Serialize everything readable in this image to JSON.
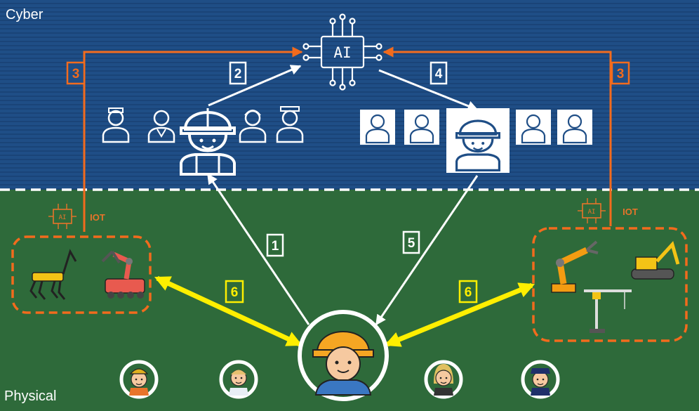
{
  "zones": {
    "cyber": "Cyber",
    "physical": "Physical"
  },
  "ai_hub": {
    "label": "AI",
    "icon": "ai-chip-icon"
  },
  "iot_badges": {
    "left": {
      "label": "IOT",
      "icon": "ai-iot-icon"
    },
    "right": {
      "label": "IOT",
      "icon": "ai-iot-icon"
    }
  },
  "mini_chip_label": "AI",
  "steps": [
    {
      "id": "1",
      "label": "1",
      "color": "#ffffff"
    },
    {
      "id": "2",
      "label": "2",
      "color": "#ffffff"
    },
    {
      "id": "3a",
      "label": "3",
      "color": "#f26b1d"
    },
    {
      "id": "3b",
      "label": "3",
      "color": "#f26b1d"
    },
    {
      "id": "4",
      "label": "4",
      "color": "#ffffff"
    },
    {
      "id": "5",
      "label": "5",
      "color": "#ffffff"
    },
    {
      "id": "6a",
      "label": "6",
      "color": "#ffef00"
    },
    {
      "id": "6b",
      "label": "6",
      "color": "#ffef00"
    }
  ],
  "colors": {
    "cyber_bg": "#1f4e86",
    "physical_bg": "#2e6a3a",
    "orange": "#f26b1d",
    "yellow": "#ffef00",
    "white": "#ffffff"
  },
  "people": [
    "firefighter-icon",
    "doctor-icon",
    "construction-worker-icon",
    "office-worker-icon",
    "police-officer-icon"
  ],
  "machines": {
    "left": [
      "robot-dog-icon",
      "robot-arm-vehicle-icon"
    ],
    "right": [
      "industrial-robot-arm-icon",
      "excavator-icon",
      "tower-crane-icon"
    ]
  }
}
